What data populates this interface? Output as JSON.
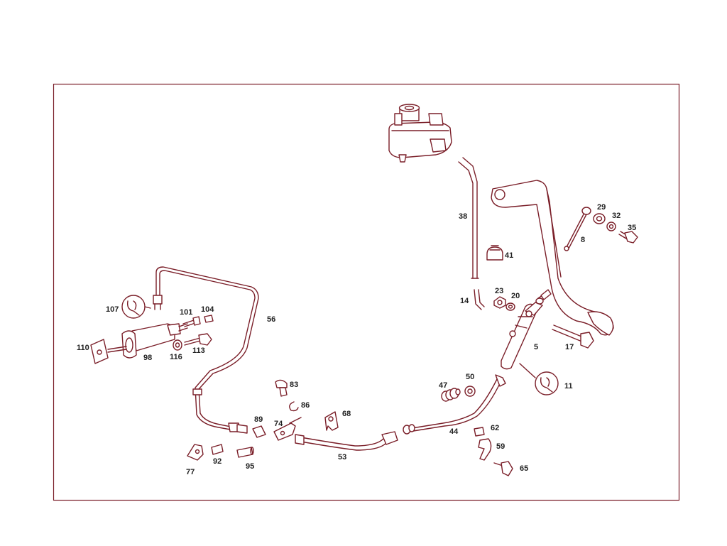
{
  "diagram": {
    "stroke_color": "#7a1e28",
    "label_color": "#222222",
    "frame_color": "#7a1e28",
    "callouts": [
      {
        "id": "38",
        "text": "38"
      },
      {
        "id": "41",
        "text": "41"
      },
      {
        "id": "29",
        "text": "29"
      },
      {
        "id": "32",
        "text": "32"
      },
      {
        "id": "35",
        "text": "35"
      },
      {
        "id": "8",
        "text": "8"
      },
      {
        "id": "23",
        "text": "23"
      },
      {
        "id": "20",
        "text": "20"
      },
      {
        "id": "14",
        "text": "14"
      },
      {
        "id": "5",
        "text": "5"
      },
      {
        "id": "17",
        "text": "17"
      },
      {
        "id": "11",
        "text": "11"
      },
      {
        "id": "47",
        "text": "47"
      },
      {
        "id": "50",
        "text": "50"
      },
      {
        "id": "44",
        "text": "44"
      },
      {
        "id": "62",
        "text": "62"
      },
      {
        "id": "59",
        "text": "59"
      },
      {
        "id": "65",
        "text": "65"
      },
      {
        "id": "53",
        "text": "53"
      },
      {
        "id": "68",
        "text": "68"
      },
      {
        "id": "83",
        "text": "83"
      },
      {
        "id": "86",
        "text": "86"
      },
      {
        "id": "74",
        "text": "74"
      },
      {
        "id": "89",
        "text": "89"
      },
      {
        "id": "77",
        "text": "77"
      },
      {
        "id": "92",
        "text": "92"
      },
      {
        "id": "95",
        "text": "95"
      },
      {
        "id": "56",
        "text": "56"
      },
      {
        "id": "107",
        "text": "107"
      },
      {
        "id": "101",
        "text": "101"
      },
      {
        "id": "104",
        "text": "104"
      },
      {
        "id": "110",
        "text": "110"
      },
      {
        "id": "98",
        "text": "98"
      },
      {
        "id": "116",
        "text": "116"
      },
      {
        "id": "113",
        "text": "113"
      }
    ]
  }
}
